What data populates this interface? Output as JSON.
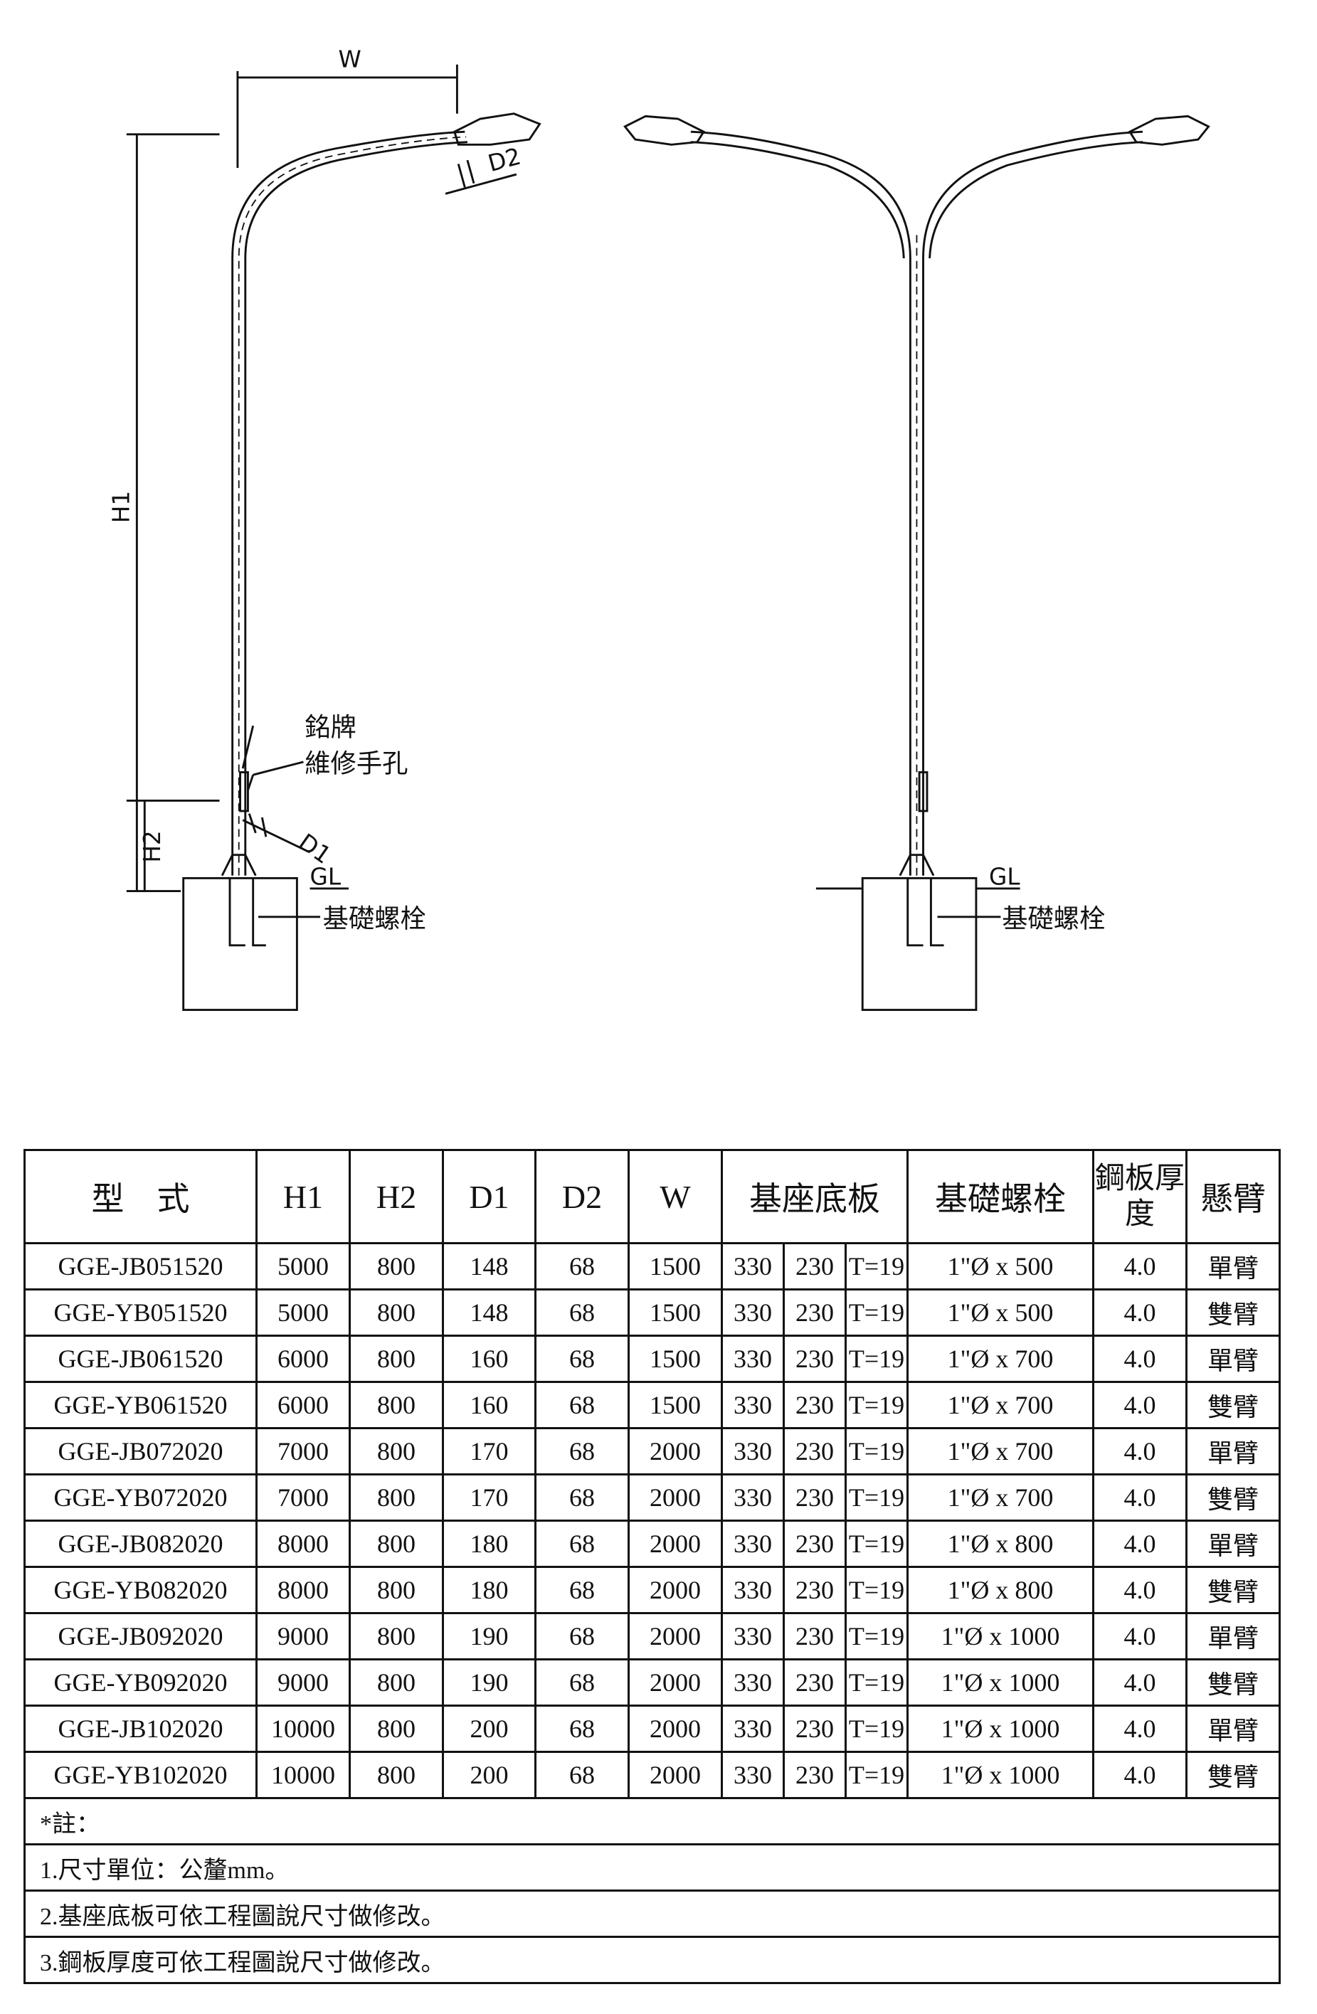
{
  "drawing": {
    "labels": {
      "w": "W",
      "d2": "D2",
      "h1": "H1",
      "h2": "H2",
      "d1": "D1",
      "nameplate": "銘牌",
      "handhole": "維修手孔",
      "gl": "GL",
      "anchor_bolt": "基礎螺栓",
      "gl_right": "GL",
      "anchor_bolt_right": "基礎螺栓"
    }
  },
  "table": {
    "headers": {
      "model": "型　式",
      "h1": "H1",
      "h2": "H2",
      "d1": "D1",
      "d2": "D2",
      "w": "W",
      "base_plate": "基座底板",
      "anchor_bolt": "基礎螺栓",
      "steel_thickness": "鋼板厚度",
      "arm": "懸臂"
    },
    "rows": [
      [
        "GGE-JB051520",
        "5000",
        "800",
        "148",
        "68",
        "1500",
        "330",
        "230",
        "T=19",
        "1\"Ø x 500",
        "4.0",
        "單臂"
      ],
      [
        "GGE-YB051520",
        "5000",
        "800",
        "148",
        "68",
        "1500",
        "330",
        "230",
        "T=19",
        "1\"Ø x 500",
        "4.0",
        "雙臂"
      ],
      [
        "GGE-JB061520",
        "6000",
        "800",
        "160",
        "68",
        "1500",
        "330",
        "230",
        "T=19",
        "1\"Ø x 700",
        "4.0",
        "單臂"
      ],
      [
        "GGE-YB061520",
        "6000",
        "800",
        "160",
        "68",
        "1500",
        "330",
        "230",
        "T=19",
        "1\"Ø x 700",
        "4.0",
        "雙臂"
      ],
      [
        "GGE-JB072020",
        "7000",
        "800",
        "170",
        "68",
        "2000",
        "330",
        "230",
        "T=19",
        "1\"Ø x 700",
        "4.0",
        "單臂"
      ],
      [
        "GGE-YB072020",
        "7000",
        "800",
        "170",
        "68",
        "2000",
        "330",
        "230",
        "T=19",
        "1\"Ø x 700",
        "4.0",
        "雙臂"
      ],
      [
        "GGE-JB082020",
        "8000",
        "800",
        "180",
        "68",
        "2000",
        "330",
        "230",
        "T=19",
        "1\"Ø x 800",
        "4.0",
        "單臂"
      ],
      [
        "GGE-YB082020",
        "8000",
        "800",
        "180",
        "68",
        "2000",
        "330",
        "230",
        "T=19",
        "1\"Ø x 800",
        "4.0",
        "雙臂"
      ],
      [
        "GGE-JB092020",
        "9000",
        "800",
        "190",
        "68",
        "2000",
        "330",
        "230",
        "T=19",
        "1\"Ø x 1000",
        "4.0",
        "單臂"
      ],
      [
        "GGE-YB092020",
        "9000",
        "800",
        "190",
        "68",
        "2000",
        "330",
        "230",
        "T=19",
        "1\"Ø x 1000",
        "4.0",
        "雙臂"
      ],
      [
        "GGE-JB102020",
        "10000",
        "800",
        "200",
        "68",
        "2000",
        "330",
        "230",
        "T=19",
        "1\"Ø x 1000",
        "4.0",
        "單臂"
      ],
      [
        "GGE-YB102020",
        "10000",
        "800",
        "200",
        "68",
        "2000",
        "330",
        "230",
        "T=19",
        "1\"Ø x 1000",
        "4.0",
        "雙臂"
      ]
    ],
    "notes": [
      "*註：",
      "1.尺寸單位：公釐mm。",
      "2.基座底板可依工程圖說尺寸做修改。",
      "3.鋼板厚度可依工程圖說尺寸做修改。"
    ]
  }
}
